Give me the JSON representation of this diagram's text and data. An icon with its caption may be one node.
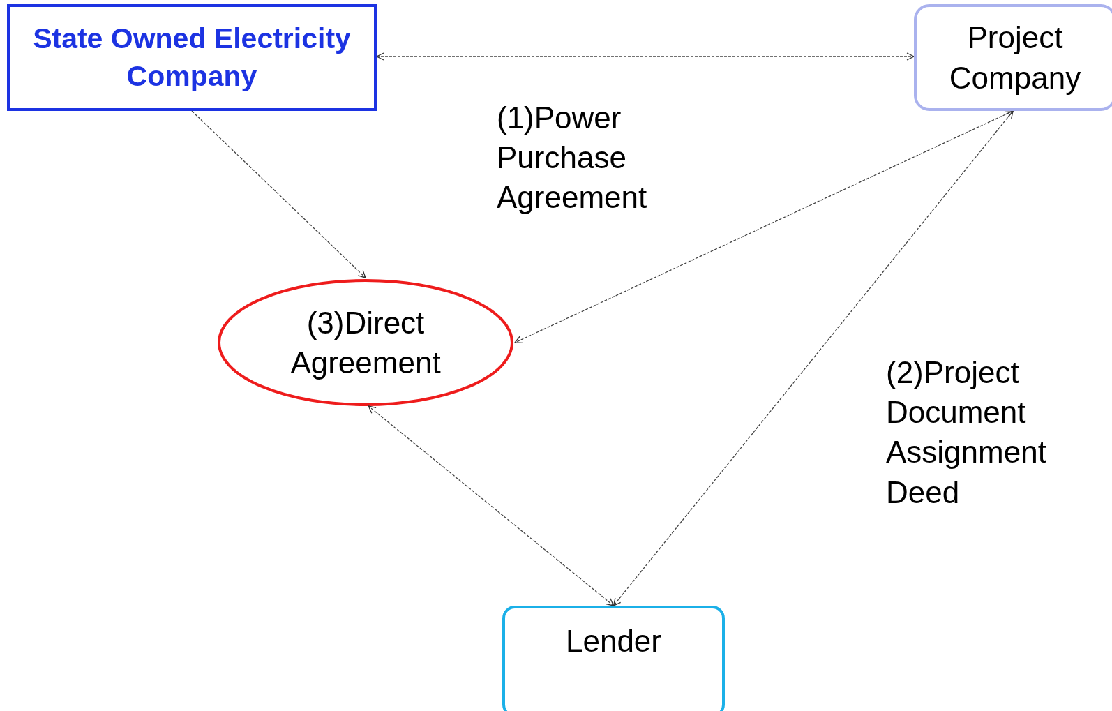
{
  "diagram": {
    "nodes": [
      {
        "text": [
          "State Owned Electricity Company"
        ]
      },
      {
        "text": [
          "Project Company"
        ]
      },
      {
        "text": [
          "(3)Direct Agreement"
        ]
      },
      {
        "text": [
          "Lender"
        ]
      }
    ],
    "edges": [
      {
        "from": 0,
        "to": 1,
        "arrow": "both",
        "label": "(1)Power Purchase Agreement"
      },
      {
        "from": 0,
        "to": 2,
        "arrow": "to"
      },
      {
        "from": 1,
        "to": 2,
        "arrow": "both"
      },
      {
        "from": 1,
        "to": 3,
        "arrow": "both",
        "label": "(2)Project Document Assignment Deed"
      },
      {
        "from": 3,
        "to": 2,
        "arrow": "both"
      }
    ]
  }
}
